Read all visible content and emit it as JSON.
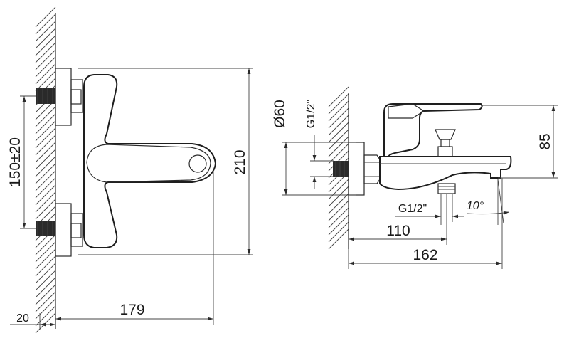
{
  "front_view": {
    "dim_height_total": "210",
    "dim_inlet_spacing": "150±20",
    "dim_projection": "179",
    "dim_wall_offset": "20"
  },
  "side_view": {
    "dim_escutcheon_diameter": "Ø60",
    "dim_inlet_thread": "G1/2\"",
    "dim_outlet_thread": "G1/2\"",
    "dim_handle_height": "85",
    "dim_outlet_projection": "110",
    "dim_spout_projection": "162",
    "dim_spout_angle": "10°"
  }
}
